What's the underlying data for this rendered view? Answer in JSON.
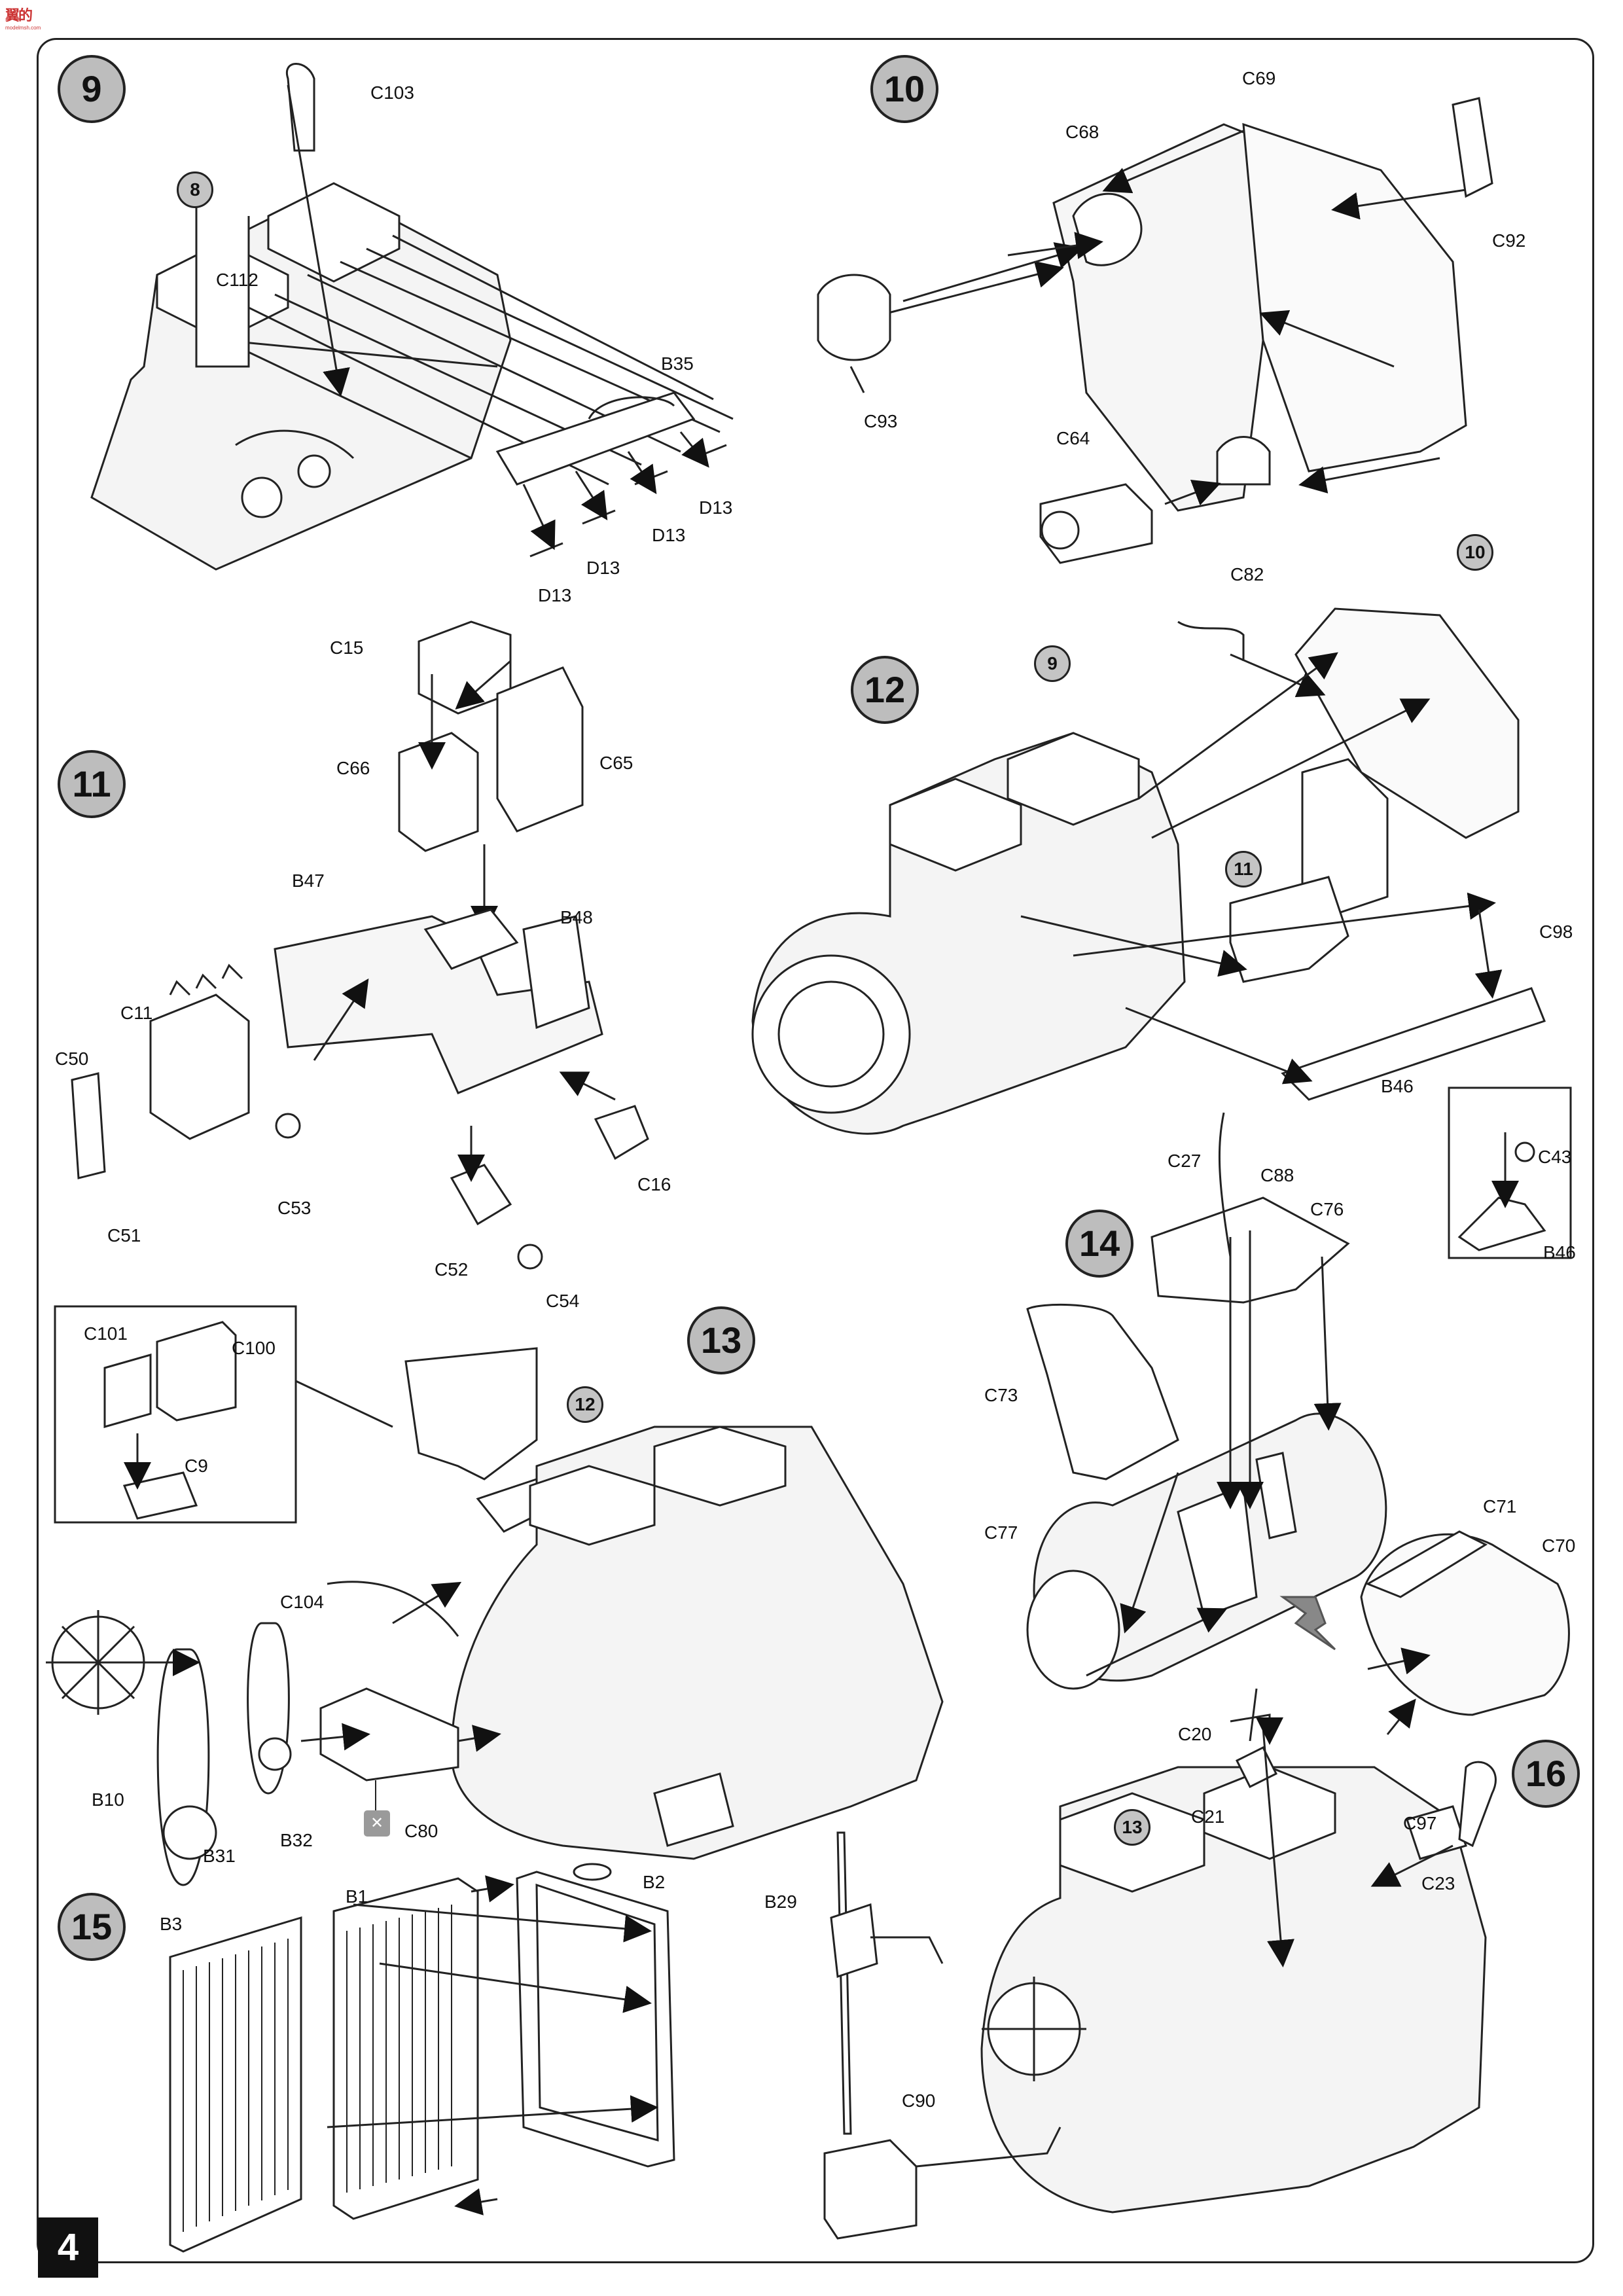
{
  "logo": {
    "mark": "翼的",
    "sub": "modelmsh.com"
  },
  "page_number": "4",
  "steps": {
    "s9": "9",
    "s10": "10",
    "s11": "11",
    "s12": "12",
    "s13": "13",
    "s14": "14",
    "s15": "15",
    "s16": "16"
  },
  "refs": {
    "r8": "8",
    "r9": "9",
    "r10": "10",
    "r11": "11",
    "r12": "12",
    "r13": "13"
  },
  "labels": {
    "C103": "C103",
    "C112": "C112",
    "B35": "B35",
    "D13_a": "D13",
    "D13_b": "D13",
    "D13_c": "D13",
    "D13_d": "D13",
    "C69": "C69",
    "C68": "C68",
    "C92": "C92",
    "C93": "C93",
    "C64": "C64",
    "C15": "C15",
    "C66": "C66",
    "C65": "C65",
    "B47": "B47",
    "B48": "B48",
    "C11": "C11",
    "C50": "C50",
    "C51": "C51",
    "C53": "C53",
    "C16": "C16",
    "C52": "C52",
    "C54": "C54",
    "C82": "C82",
    "C98": "C98",
    "B46_a": "B46",
    "C43": "C43",
    "B46_b": "B46",
    "C101": "C101",
    "C100": "C100",
    "C9": "C9",
    "C104": "C104",
    "B10": "B10",
    "B31": "B31",
    "B32": "B32",
    "C80": "C80",
    "C27": "C27",
    "C88": "C88",
    "C76": "C76",
    "C73": "C73",
    "C77": "C77",
    "C71": "C71",
    "C70": "C70",
    "B1": "B1",
    "B2": "B2",
    "B3": "B3",
    "C20": "C20",
    "C21": "C21",
    "C97": "C97",
    "C23": "C23",
    "B29": "B29",
    "C90": "C90"
  }
}
